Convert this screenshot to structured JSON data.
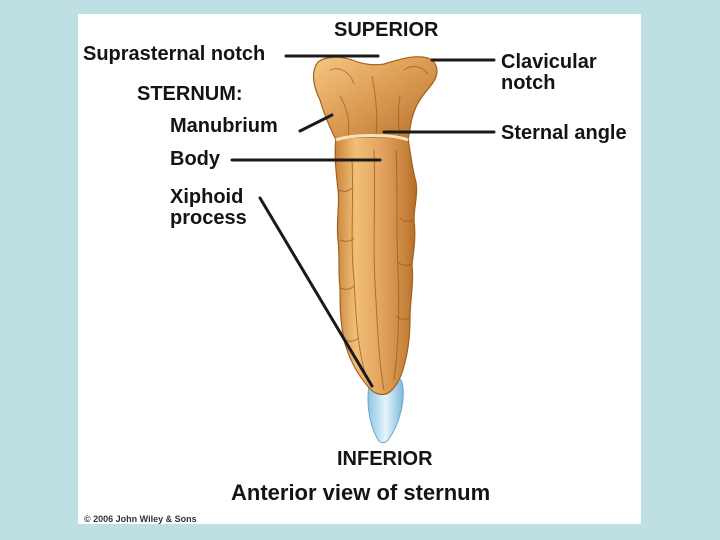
{
  "figure": {
    "orientation_top": "SUPERIOR",
    "orientation_bottom": "INFERIOR",
    "title": "Anterior view of sternum",
    "copyright": "© 2006 John Wiley & Sons"
  },
  "labels": {
    "suprasternal_notch": "Suprasternal notch",
    "sternum_heading": "STERNUM:",
    "manubrium": "Manubrium",
    "body": "Body",
    "xiphoid_process": "Xiphoid process",
    "clavicular_notch": "Clavicular notch",
    "sternal_angle": "Sternal angle"
  },
  "colors": {
    "background": "#bfe0e3",
    "panel": "#ffffff",
    "bone": "#e3a560",
    "bone_shadow": "#b8742e",
    "bone_highlight": "#f6cf8c",
    "cartilage": "#a9d6ee",
    "leader": "#1a1a1a"
  }
}
